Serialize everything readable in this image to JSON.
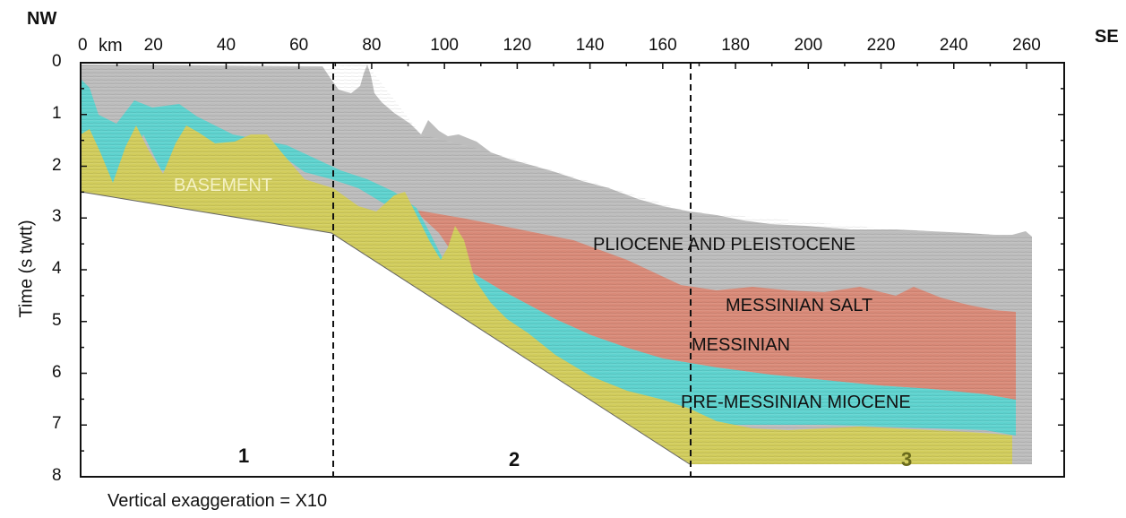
{
  "figure": {
    "direction_left": "NW",
    "direction_right": "SE",
    "x_unit": "km",
    "y_axis_label": "Time (s twtt)",
    "note": "Vertical exaggeration = X10"
  },
  "x_ticks": [
    "0",
    "20",
    "40",
    "60",
    "80",
    "100",
    "120",
    "140",
    "160",
    "180",
    "200",
    "220",
    "240",
    "260"
  ],
  "y_ticks": [
    "0",
    "1",
    "2",
    "3",
    "4",
    "5",
    "6",
    "7",
    "8"
  ],
  "layers": {
    "pliocene": "PLIOCENE AND PLEISTOCENE",
    "salt": "MESSINIAN SALT",
    "messinian": "MESSINIAN",
    "pre_messinian": "PRE-MESSINIAN MIOCENE",
    "basement": "BASEMENT"
  },
  "zones": [
    "1",
    "2",
    "3"
  ],
  "colors": {
    "pliocene": "#bdbdbd",
    "salt": "#d98a78",
    "messinian": "#d98a78",
    "pre_messinian": "#5ed3cf",
    "basement": "#d2cd5c",
    "basement_label": "#f4f1c4",
    "zone3_label": "#6a6a1c"
  }
}
